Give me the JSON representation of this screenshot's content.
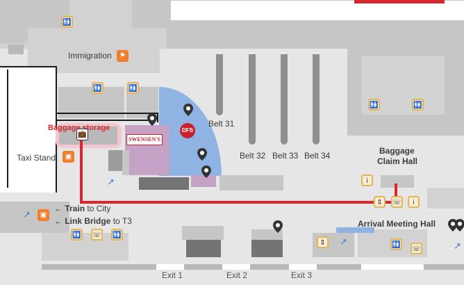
{
  "labels": {
    "immigration": "Immigration",
    "taxi_stand": "Taxi Stand",
    "baggage_storage": "Baggage storage",
    "swensens": "SWENSEN'S",
    "dfs": "DFS",
    "belt31": "Belt 31",
    "belt32": "Belt 32",
    "belt33": "Belt 33",
    "belt34": "Belt 34",
    "baggage_claim_line1": "Baggage",
    "baggage_claim_line2": "Claim Hall",
    "train_bold": "Train",
    "train_rest": "to City",
    "link_bold": "Link Bridge",
    "link_rest": "to T3",
    "arrival_meeting_hall": "Arrival Meeting Hall",
    "exit1": "Exit 1",
    "exit2": "Exit 2",
    "exit3": "Exit 3"
  },
  "icons": {
    "toilet": "toilet-icon",
    "immigration": "immigration-icon",
    "taxi": "taxi-icon",
    "escalator": "escalator-icon",
    "bus": "bus-icon",
    "telephone": "telephone-icon",
    "lift": "lift-icon",
    "information": "information-icon",
    "baggage": "baggage-storage-icon",
    "location_pin": "location-pin-icon",
    "arrow_left": "arrow-left-icon"
  },
  "colors": {
    "route": "#e0242b",
    "baggage_storage_highlight": "#f4c6d1",
    "shop_purple": "#c4a3c6",
    "dfs_area": "#8fb4e3",
    "dfs_logo": "#c8202c",
    "icon_orange": "#ef7f2d",
    "icon_blue": "#5a96d6"
  }
}
